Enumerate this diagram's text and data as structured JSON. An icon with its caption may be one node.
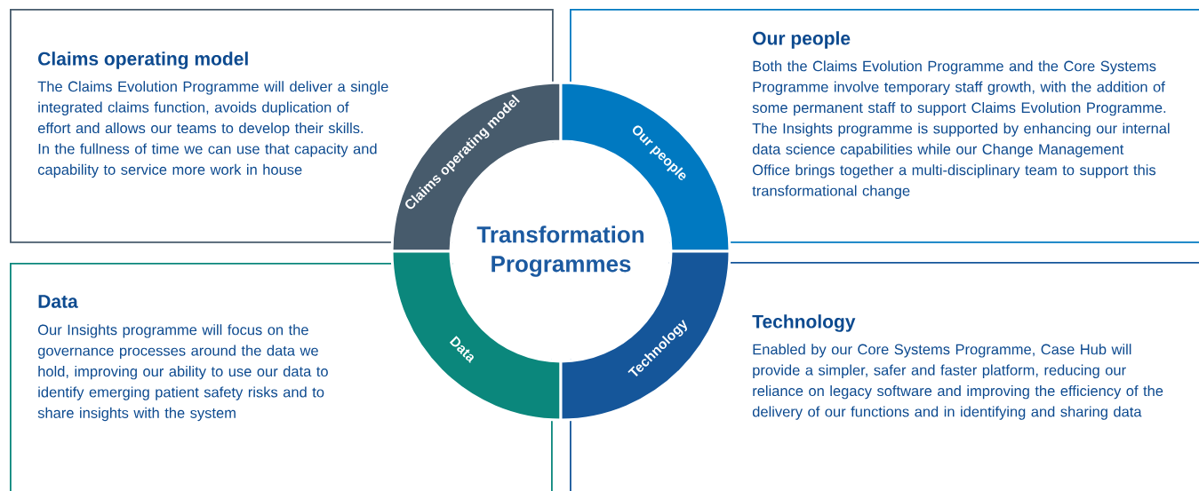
{
  "diagram": {
    "nodes": [
      {
        "text": [
          "Claims operating model",
          "The Claims Evolution Programme will deliver a single integrated claims function, avoids duplication of effort and allows our teams to develop their skills. In the fullness of time we can use that capacity and capability to service more work in house"
        ]
      },
      {
        "text": [
          "Claims operating model"
        ]
      },
      {
        "text": [
          "Our people"
        ]
      },
      {
        "text": [
          "Our people",
          "Both the Claims Evolution Programme and the Core Systems Programme involve temporary staff growth, with the addition of some permanent staff to support Claims Evolution Programme. The Insights programme is supported by enhancing our internal data science capabilities while our Change Management Office brings together a multi-disciplinary team to support this transformational change"
        ]
      },
      {
        "text": [
          "Transformation Programmes"
        ]
      },
      {
        "text": [
          "Data",
          "Our Insights programme will focus on the governance processes around the data we hold, improving our ability to use our data to identify emerging patient safety risks and to share insights with the system"
        ]
      },
      {
        "text": [
          "Data"
        ]
      },
      {
        "text": [
          "Technology"
        ]
      },
      {
        "text": [
          "Technology",
          "Enabled by our Core Systems Programme, Case Hub will provide a simpler, safer and faster platform, reducing our reliance on legacy software and improving the efficiency of the delivery of our functions and in identifying and sharing data"
        ]
      }
    ]
  }
}
